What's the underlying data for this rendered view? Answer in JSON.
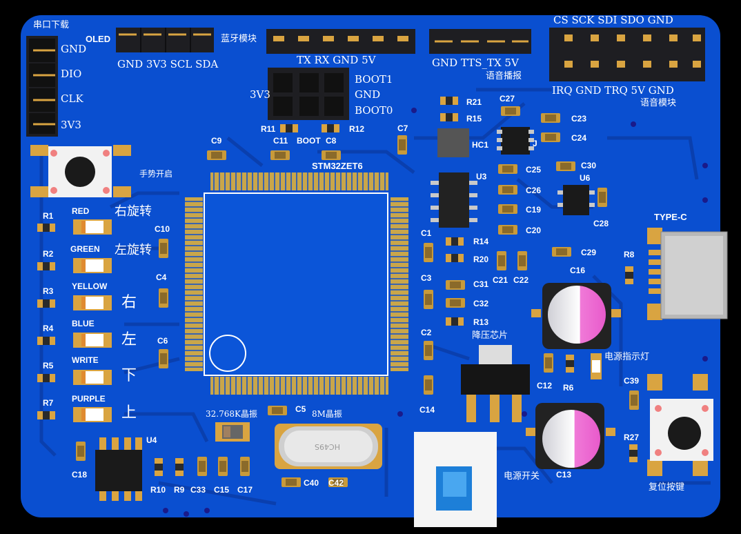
{
  "colors": {
    "board": "#0a4fd0",
    "trace": "#0a3fae",
    "pad": "#d9a441",
    "header": "#1e1e22",
    "silk": "#ffffff"
  },
  "labels": {
    "serial_download": "串口下载",
    "gnd1": "GND",
    "dio": "DIO",
    "clk": "CLK",
    "v33": "3V3",
    "oled": "OLED",
    "oled_pins": "GND 3V3 SCL SDA",
    "bt_module": "蓝牙模块",
    "bt_pins": "TX  RX GND  5V",
    "tts_pins": "GND   TTS_TX 5V",
    "voice_play": "语音播报",
    "top_right_pins": "CS SCK SDI SDO  GND",
    "bottom_right_pins": "IRQ GND TRQ 5V   GND",
    "voice_module": "语音模块",
    "boot1": "BOOT1",
    "boot_gnd": "GND",
    "boot0": "BOOT0",
    "v3v": "3V3",
    "boot": "BOOT",
    "mcu": "STM32ZET6",
    "gesture": "手势开启",
    "red": "RED",
    "green": "GREEN",
    "yellow": "YELLOW",
    "blue": "BLUE",
    "write": "WRITE",
    "purple": "PURPLE",
    "rot_right": "右旋转",
    "rot_left": "左旋转",
    "right": "右",
    "left": "左",
    "down": "下",
    "up": "上",
    "xtal32": "32.768K晶振",
    "xtal8": "8M晶振",
    "xtal_mark": "HC49S",
    "buck": "降压芯片",
    "power_led": "电源指示灯",
    "power_switch": "电源开关",
    "reset_key": "复位按键",
    "typec": "TYPE-C",
    "r1": "R1",
    "r2": "R2",
    "r3": "R3",
    "r4": "R4",
    "r5": "R5",
    "r7": "R7",
    "r6": "R6",
    "r8": "R8",
    "r9": "R9",
    "r10": "R10",
    "r11": "R11",
    "r12": "R12",
    "r13": "R13",
    "r14": "R14",
    "r15": "R15",
    "r20": "R20",
    "r21": "R21",
    "r27": "R27",
    "c1": "C1",
    "c2": "C2",
    "c3": "C3",
    "c4": "C4",
    "c5": "C5",
    "c6": "C6",
    "c7": "C7",
    "c8": "C8",
    "c9": "C9",
    "c10": "C10",
    "c11": "C11",
    "c12": "C12",
    "c13": "C13",
    "c14": "C14",
    "c15": "C15",
    "c16": "C16",
    "c17": "C17",
    "c18": "C18",
    "c19": "C19",
    "c20": "C20",
    "c21": "C21",
    "c22": "C22",
    "c23": "C23",
    "c24": "C24",
    "c25": "C25",
    "c26": "C26",
    "c27": "C27",
    "c28": "C28",
    "c29": "C29",
    "c30": "C30",
    "c31": "C31",
    "c32": "C32",
    "c33": "C33",
    "c39": "C39",
    "c40": "C40",
    "c42": "C42",
    "u3": "U3",
    "u4": "U4",
    "u6": "U6",
    "hc1": "HC1",
    "j": "J"
  }
}
